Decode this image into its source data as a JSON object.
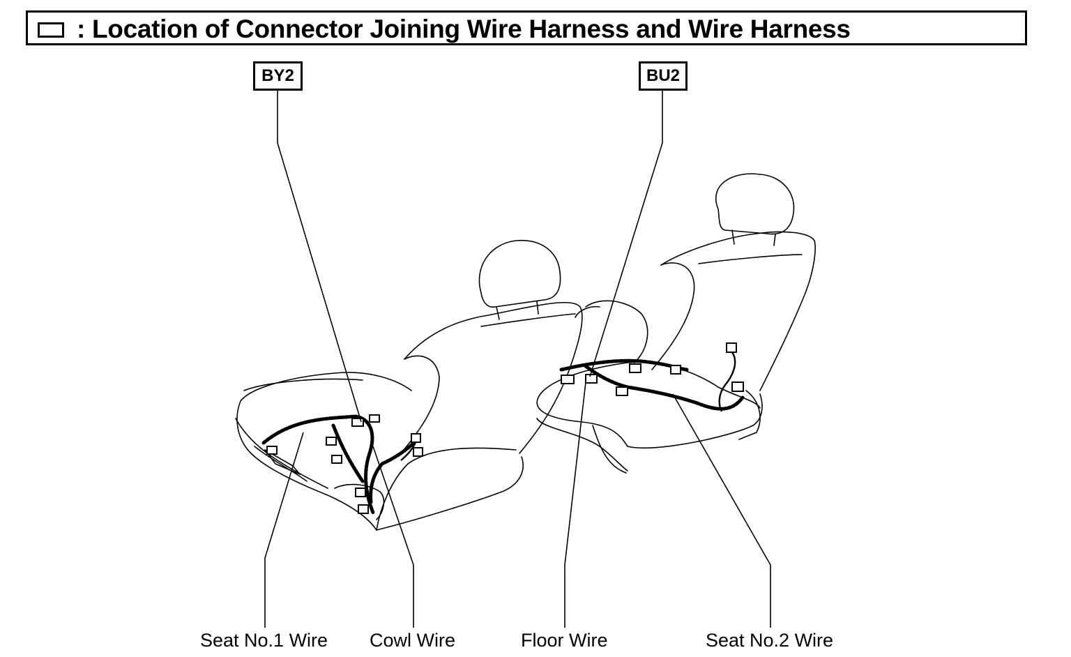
{
  "title": {
    "legend_symbol": "empty-box",
    "text": ": Location of Connector Joining Wire Harness and Wire Harness"
  },
  "connectors": [
    {
      "code": "BY2"
    },
    {
      "code": "BU2"
    }
  ],
  "wires": [
    {
      "label": "Seat No.1 Wire"
    },
    {
      "label": "Cowl Wire"
    },
    {
      "label": "Floor Wire"
    },
    {
      "label": "Seat No.2 Wire"
    }
  ]
}
